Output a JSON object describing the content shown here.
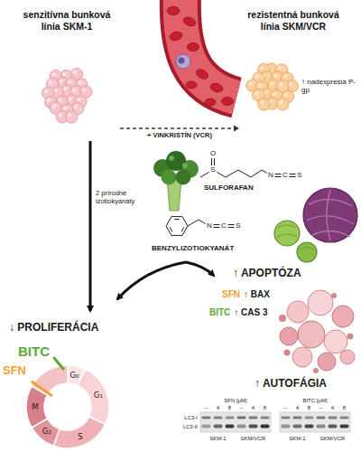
{
  "diagram": {
    "nodes": [
      {
        "text": [
          "senzitívna bunková línia SKM-1"
        ]
      },
      {
        "text": [
          "rezistentná bunková línia SKM/VCR"
        ]
      },
      {
        "text": [
          "G₀",
          "G₁",
          "S",
          "G₂",
          "M"
        ]
      }
    ],
    "edges": [
      {
        "from": 0,
        "to": 1,
        "label": "+ VINKRISTÍN (VCR)",
        "arrow": "to"
      }
    ],
    "labels": [
      "↑ nadexpresia P-gp",
      "2 prírodné izotiokyanáty",
      "SULFORAFAN",
      "S",
      "O",
      "N",
      "C",
      "S",
      "N",
      "C",
      "S",
      "BENZYLIZOTIOKYANÁT",
      "↓ PROLIFERÁCIA",
      "BITC",
      "SFN",
      "↑ APOPTÓZA",
      "SFN",
      "↑ BAX",
      "BITC",
      "↑ CAS 3",
      "↑ AUTOFÁGIA",
      "SFN [μM]",
      "BITC [μM]",
      "–",
      "4",
      "8",
      "–",
      "4",
      "8",
      "–",
      "4",
      "8",
      "–",
      "4",
      "8",
      "LC3-I",
      "LC3-II",
      "SKM-1",
      "SKM/VCR",
      "SKM-1",
      "SKM/VCR"
    ]
  }
}
